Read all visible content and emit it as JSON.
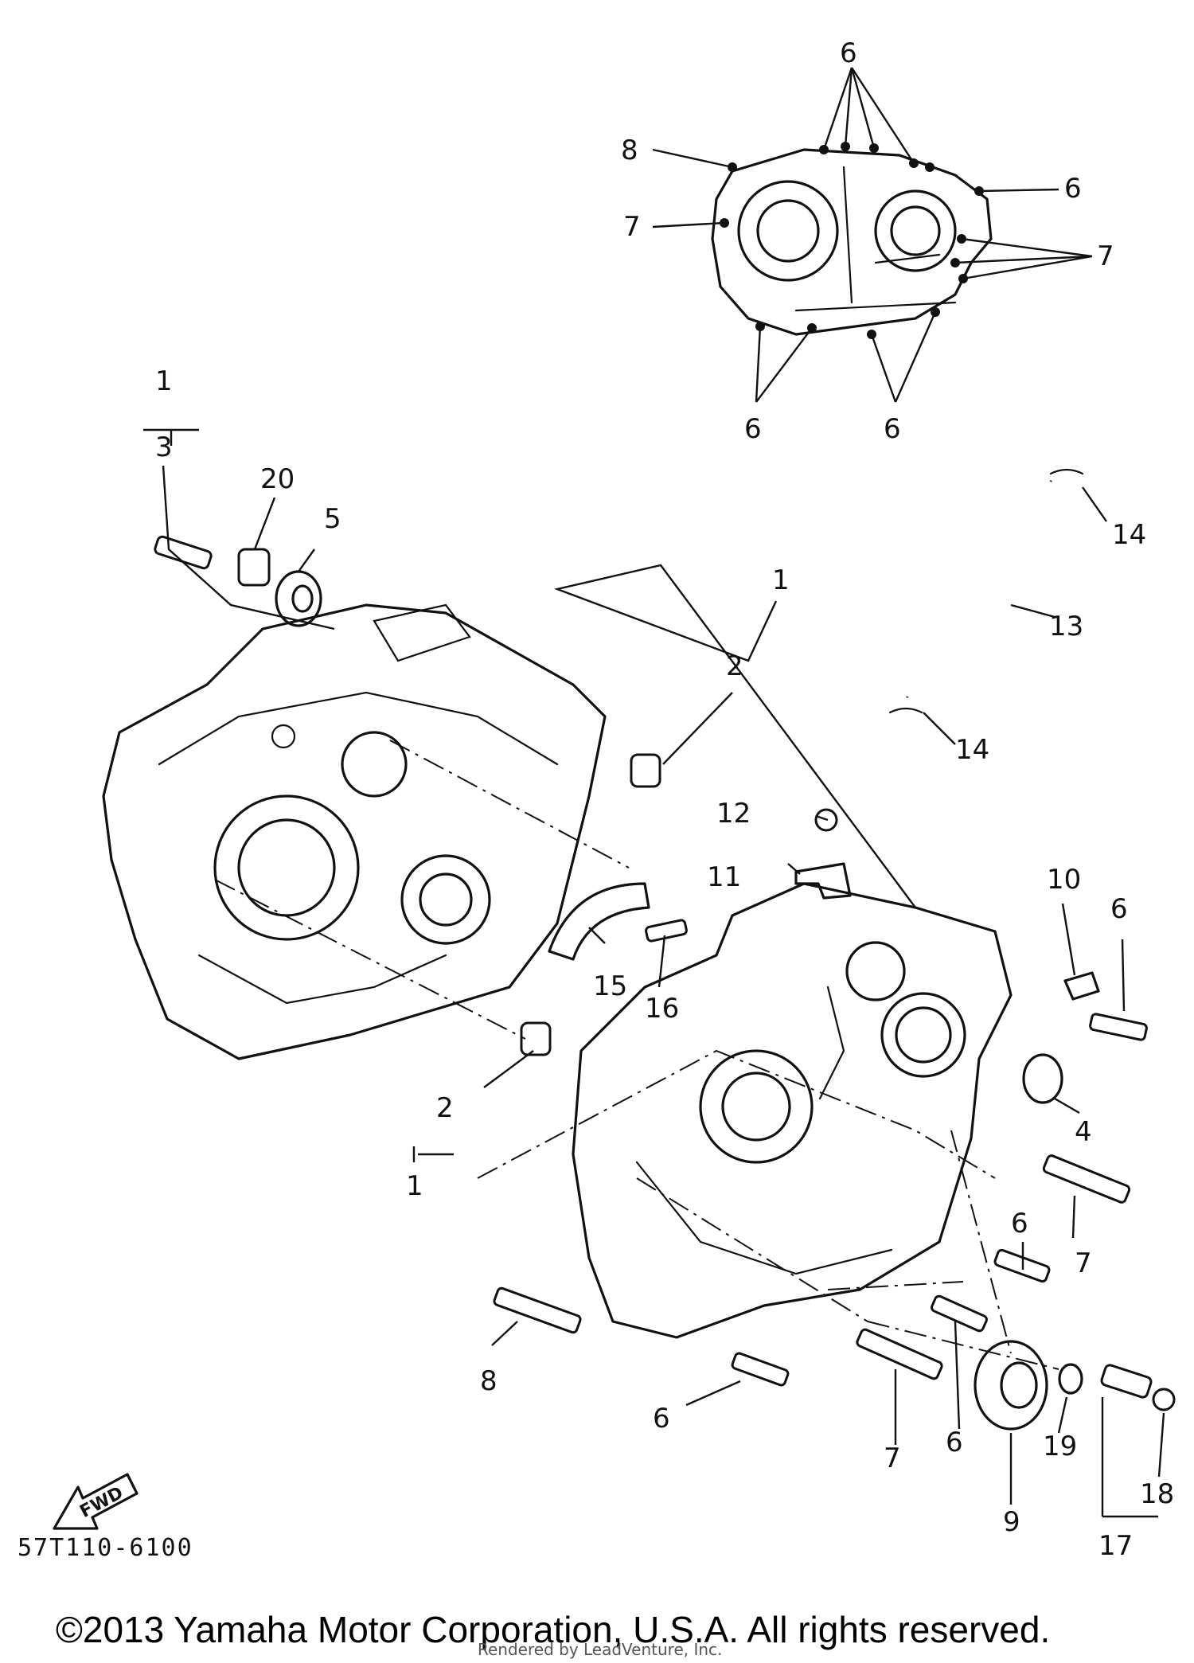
{
  "callouts": [
    {
      "label": "6"
    },
    {
      "label": "8"
    },
    {
      "label": "6"
    },
    {
      "label": "7"
    },
    {
      "label": "7"
    },
    {
      "label": "6"
    },
    {
      "label": "6"
    },
    {
      "label": "1"
    },
    {
      "label": "3"
    },
    {
      "label": "20"
    },
    {
      "label": "5"
    },
    {
      "label": "14"
    },
    {
      "label": "13"
    },
    {
      "label": "1"
    },
    {
      "label": "2"
    },
    {
      "label": "14"
    },
    {
      "label": "12"
    },
    {
      "label": "11"
    },
    {
      "label": "10"
    },
    {
      "label": "6"
    },
    {
      "label": "15"
    },
    {
      "label": "16"
    },
    {
      "label": "4"
    },
    {
      "label": "2"
    },
    {
      "label": "1"
    },
    {
      "label": "6"
    },
    {
      "label": "7"
    },
    {
      "label": "8"
    },
    {
      "label": "6"
    },
    {
      "label": "7"
    },
    {
      "label": "6"
    },
    {
      "label": "9"
    },
    {
      "label": "19"
    },
    {
      "label": "18"
    },
    {
      "label": "17"
    }
  ],
  "fwd_label": "FWD",
  "part_code": "57T110-6100",
  "copyright": "©2013 Yamaha Motor Corporation, U.S.A. All rights reserved.",
  "render_credit": "Rendered by LeadVenture, Inc."
}
